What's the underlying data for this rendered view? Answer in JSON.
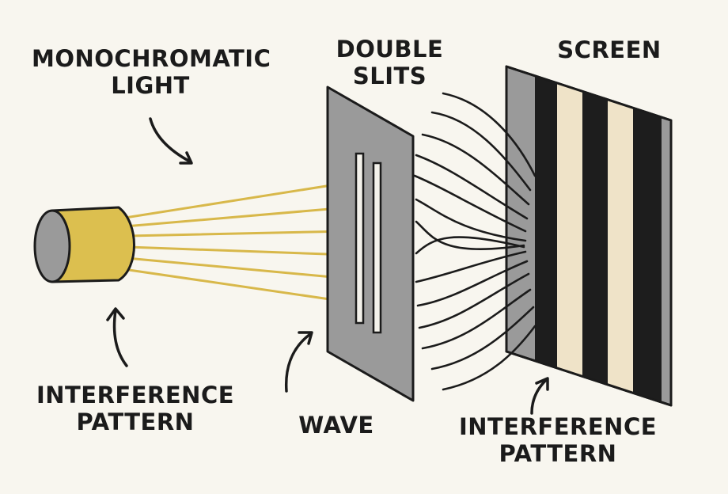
{
  "labels": {
    "monochromatic_light": {
      "line1": "MONOCHROMATIC",
      "line2": "LIGHT"
    },
    "double_slits": {
      "line1": "DOUBLE",
      "line2": "SLITS"
    },
    "screen": "SCREEN",
    "interference_pattern_left": {
      "line1": "INTERFERENCE",
      "line2": "PATTERN"
    },
    "wave": "WAVE",
    "interference_pattern_right": {
      "line1": "INTERFERENCE",
      "line2": "PATTERN"
    }
  },
  "colors": {
    "background": "#f8f6ef",
    "light_source": "#dcbf4f",
    "light_beam": "#d8b84a",
    "slit_panel": "#9a9a9a",
    "screen_panel": "#9a9a9a",
    "dark_fringe": "#1d1d1d",
    "bright_fringe": "#efe3c8",
    "outline": "#1b1b1b"
  }
}
